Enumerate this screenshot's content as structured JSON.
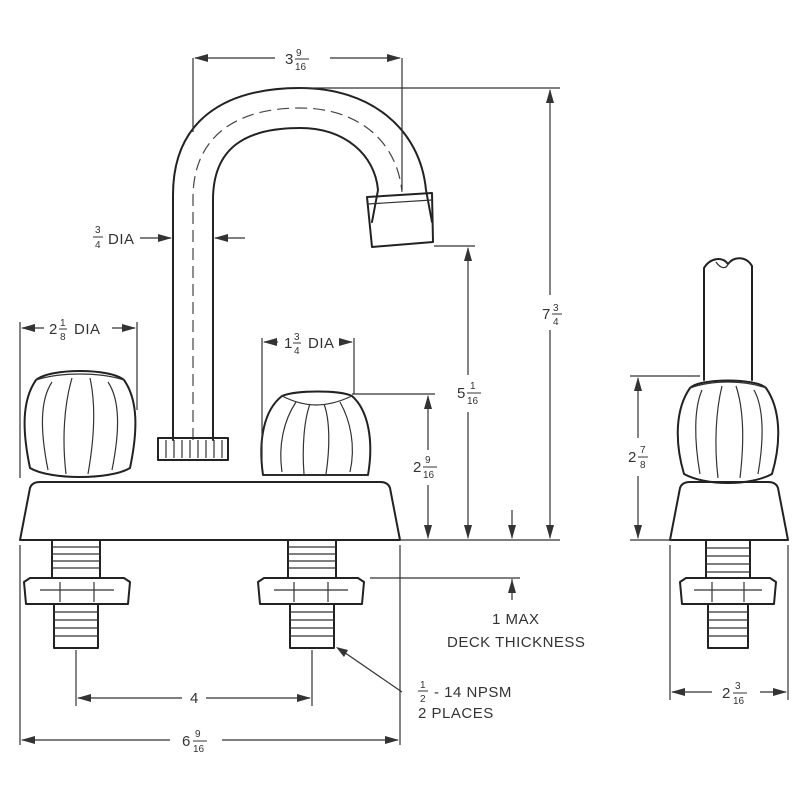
{
  "dimensions": {
    "spout_reach": {
      "whole": "3",
      "num": "9",
      "den": "16"
    },
    "spout_dia": {
      "num": "3",
      "den": "4",
      "suffix": "DIA"
    },
    "overall_height": {
      "whole": "7",
      "num": "3",
      "den": "4"
    },
    "spout_height": {
      "whole": "5",
      "num": "1",
      "den": "16"
    },
    "large_handle_dia": {
      "whole": "2",
      "num": "1",
      "den": "8",
      "suffix": "DIA"
    },
    "small_handle_dia": {
      "whole": "1",
      "num": "3",
      "den": "4",
      "suffix": "DIA"
    },
    "handle_height": {
      "whole": "2",
      "num": "9",
      "den": "16"
    },
    "side_handle_height": {
      "whole": "2",
      "num": "7",
      "den": "8"
    },
    "center_spacing": {
      "whole": "4"
    },
    "base_width": {
      "whole": "6",
      "num": "9",
      "den": "16"
    },
    "side_base_depth": {
      "whole": "2",
      "num": "3",
      "den": "16"
    }
  },
  "notes": {
    "deck_line1": "1 MAX",
    "deck_line2": "DECK THICKNESS",
    "thread_fraction_num": "1",
    "thread_fraction_den": "2",
    "thread_text": "- 14 NPSM",
    "thread_places": "2 PLACES"
  }
}
